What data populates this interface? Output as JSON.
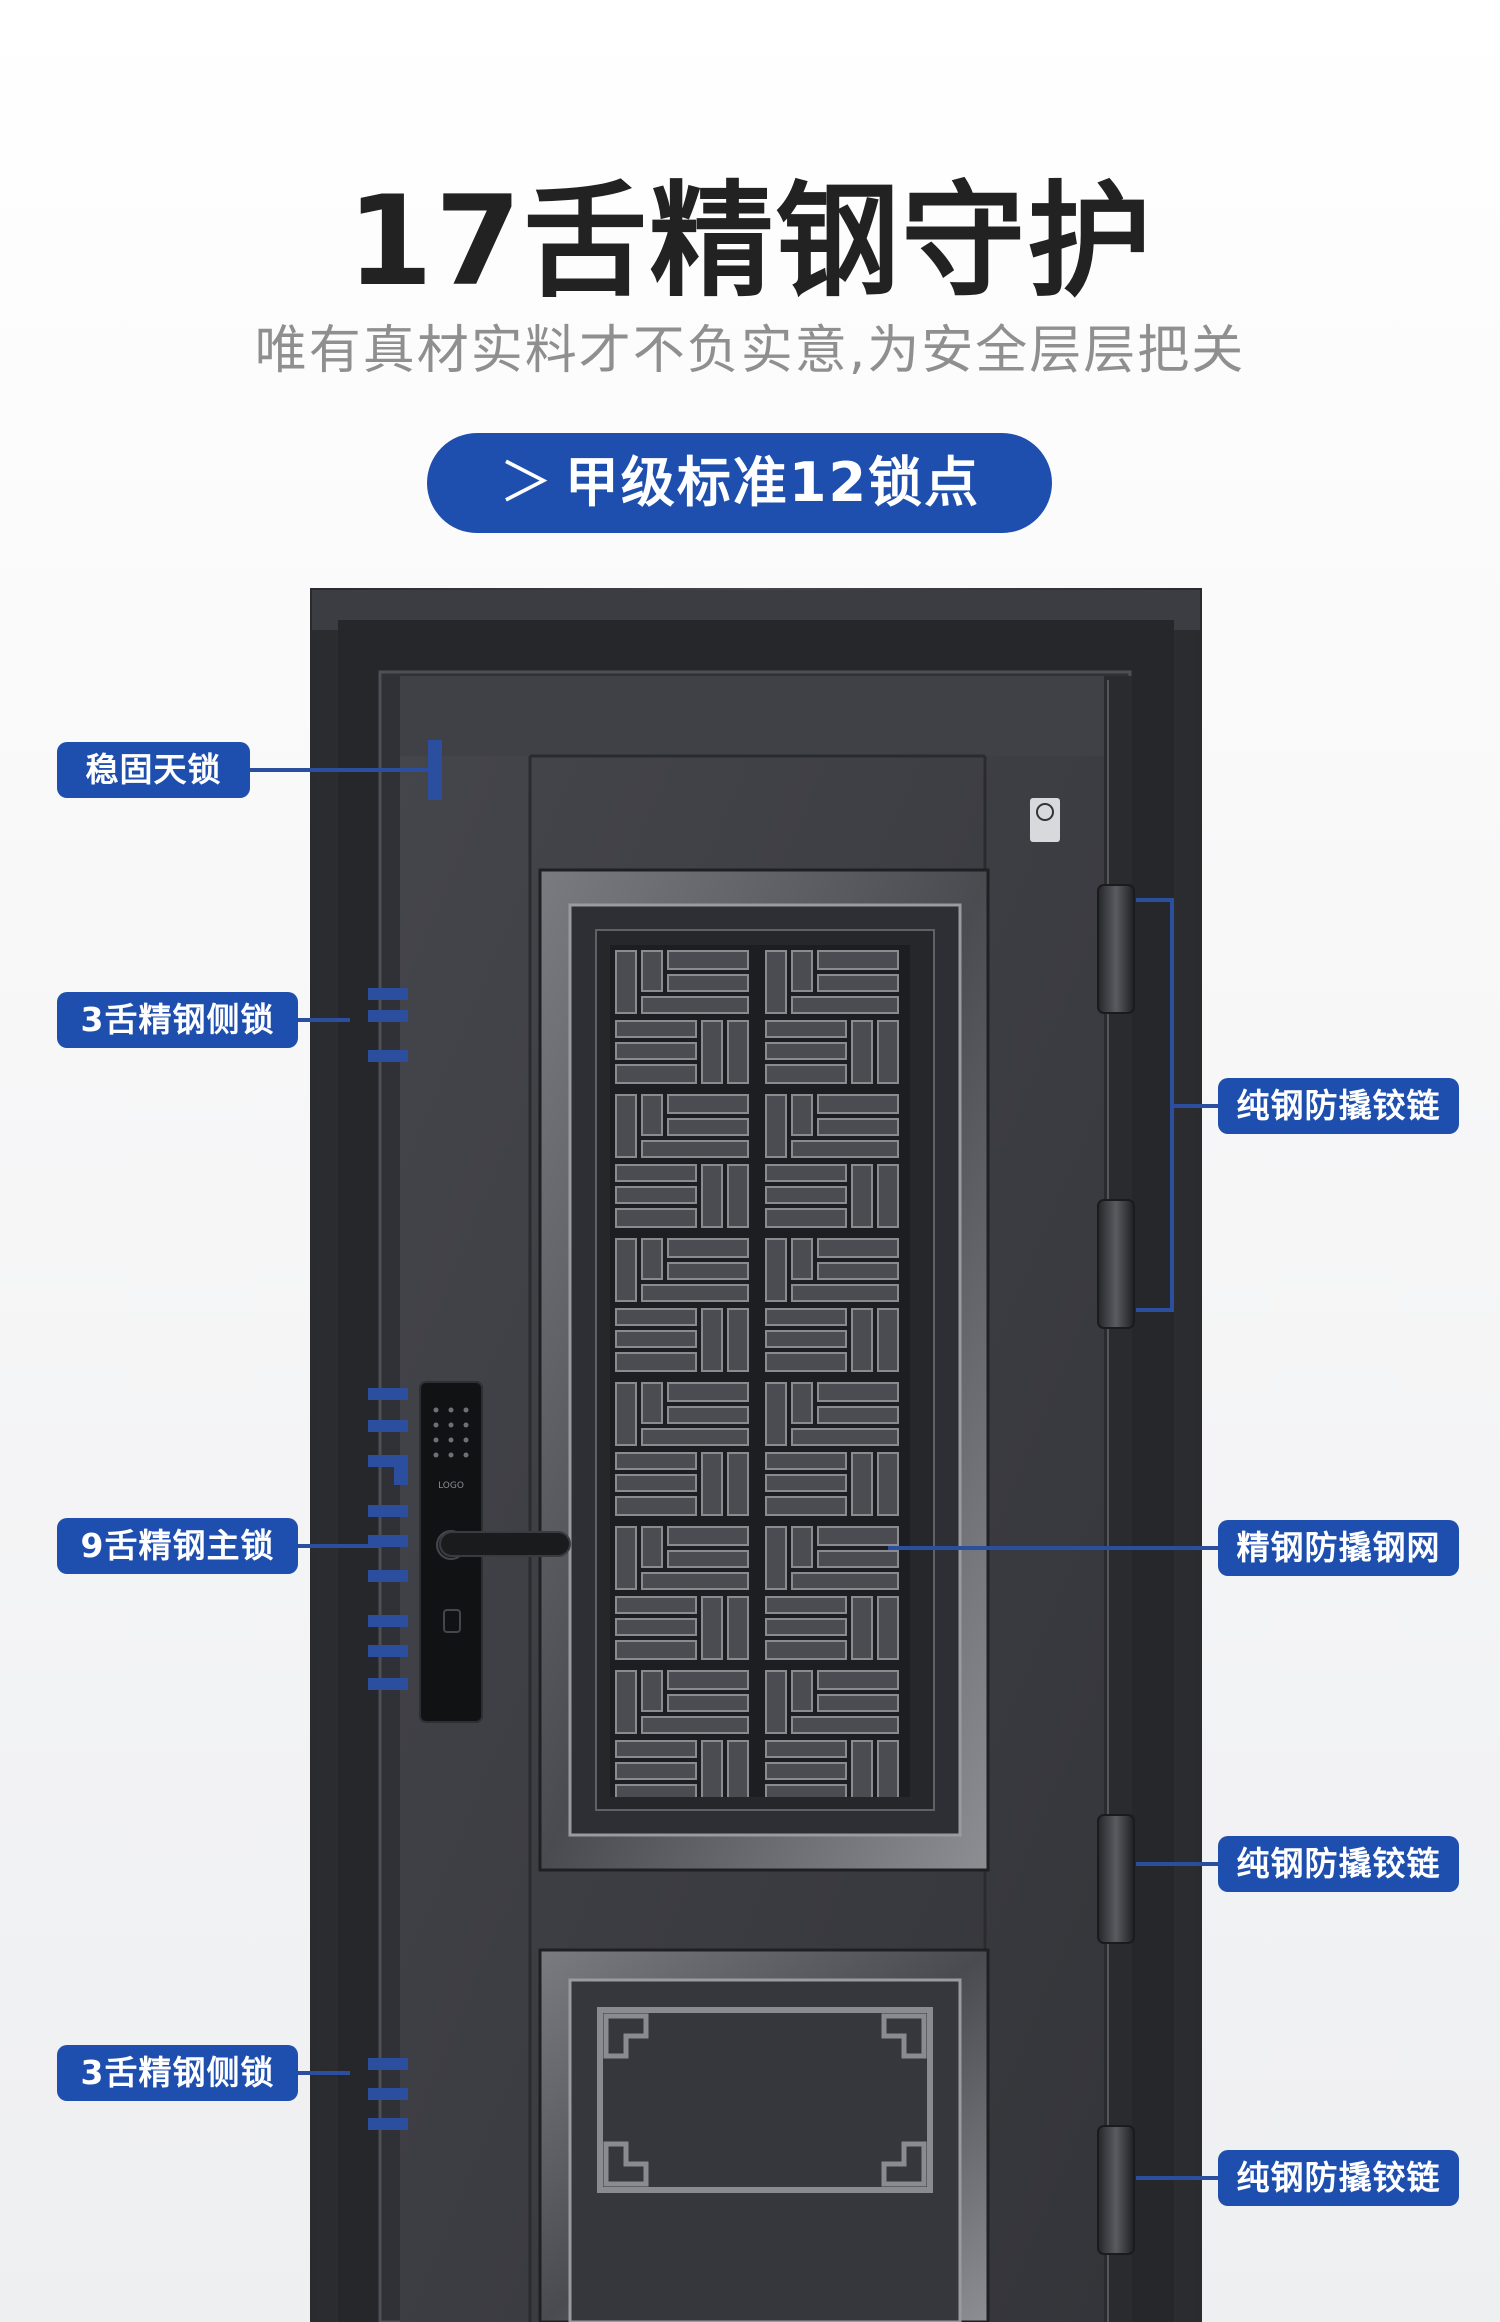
{
  "title": "17舌精钢守护",
  "subtitle": "唯有真材实料才不负实意,为安全层层把关",
  "badge": {
    "chevron": "＞",
    "text": "甲级标准12锁点"
  },
  "colors": {
    "accent": "#1e4eae",
    "door": "#3a3b40",
    "frame": "#2c2d31"
  },
  "labels_left": [
    "稳固天锁",
    "3舌精钢侧锁",
    "9舌精钢主锁",
    "3舌精钢侧锁"
  ],
  "labels_right": [
    "纯钢防撬铰链",
    "精钢防撬钢网",
    "纯钢防撬铰链",
    "纯钢防撬铰链"
  ],
  "lock_brand": "LOGO"
}
